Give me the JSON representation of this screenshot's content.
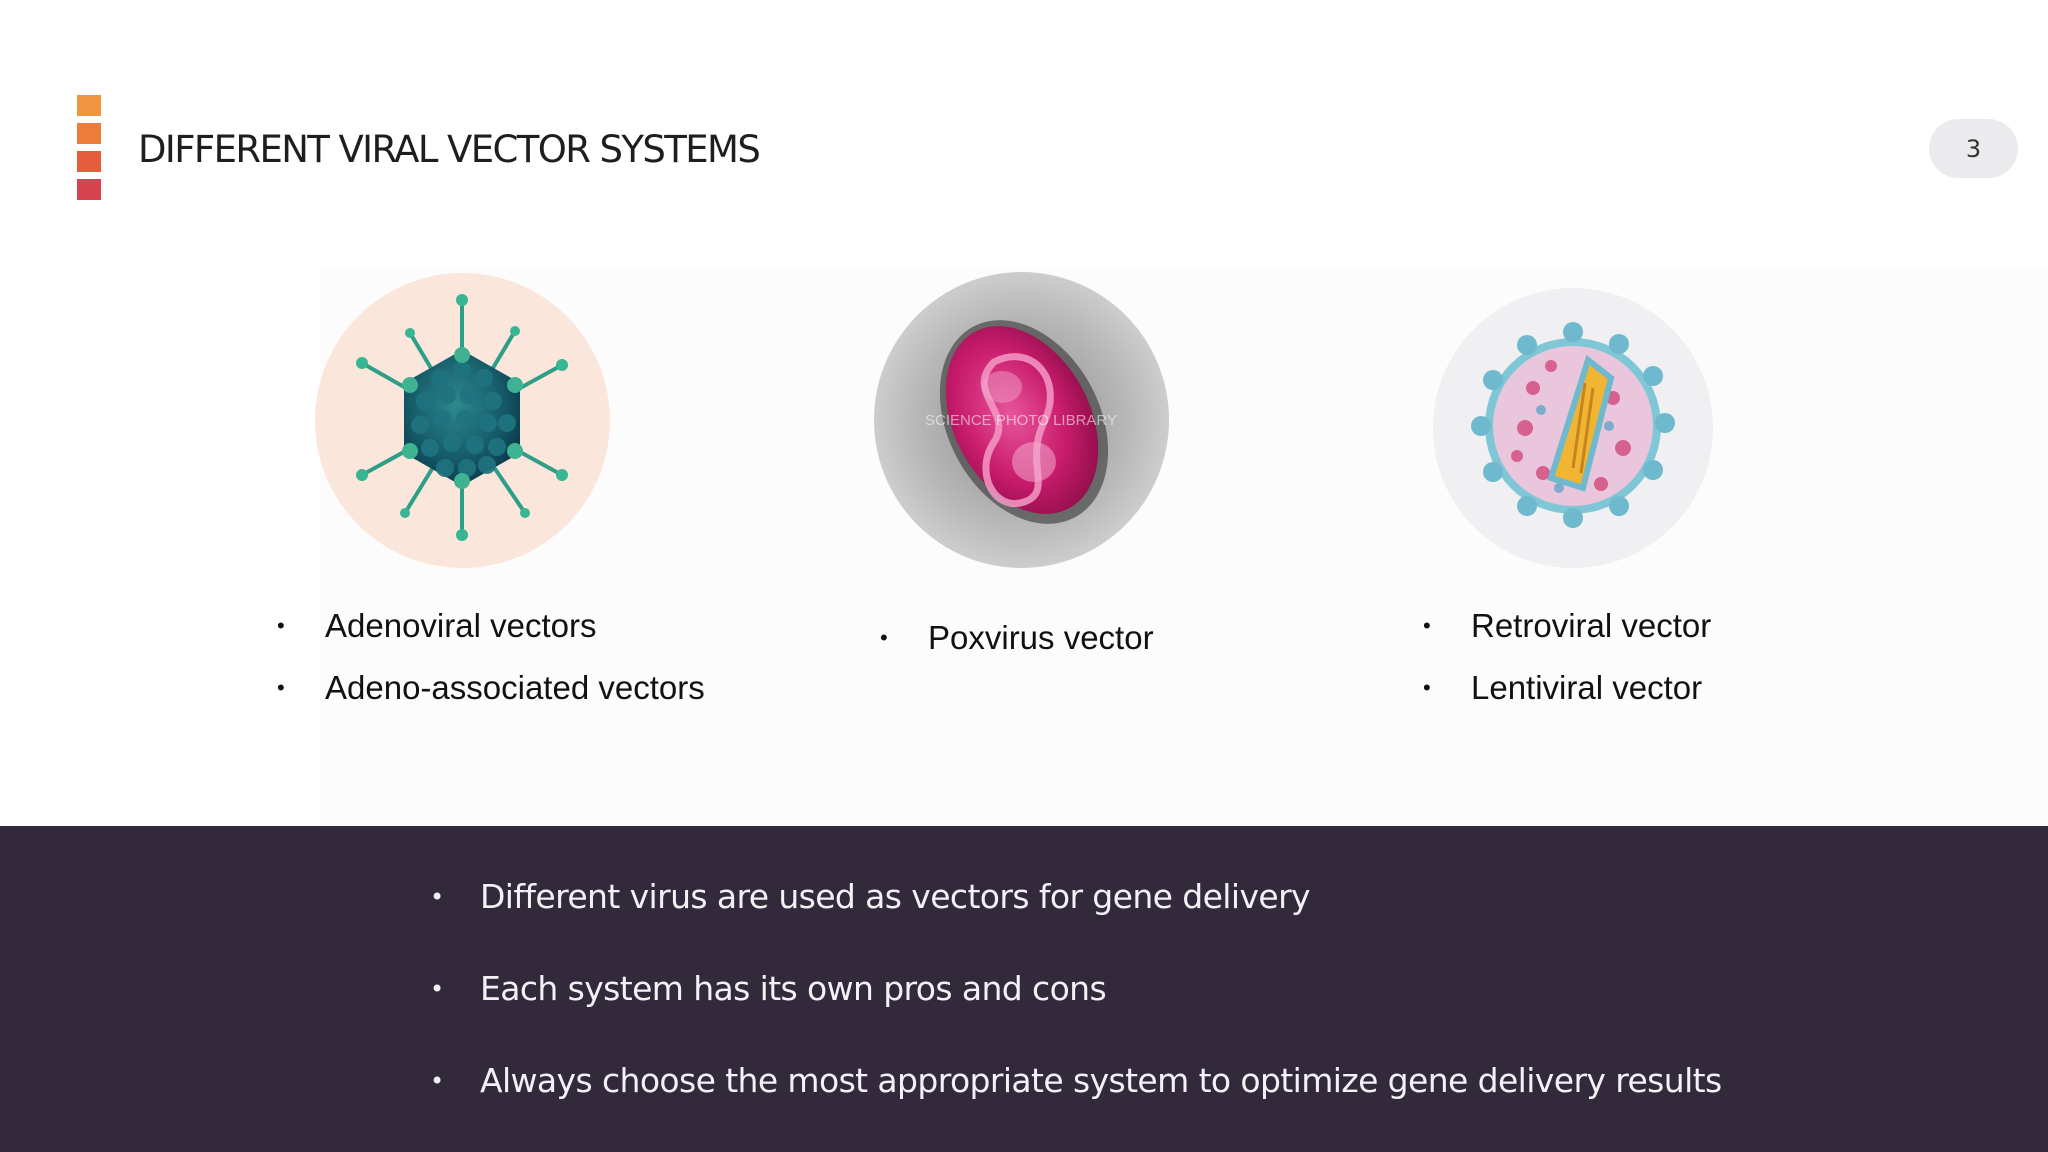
{
  "slide": {
    "title": "DIFFERENT VIRAL VECTOR SYSTEMS",
    "page_number": "3",
    "accent_colors": [
      "#f0963f",
      "#ee7d3c",
      "#e45c3a",
      "#d94350"
    ]
  },
  "viruses": [
    {
      "image_icon": "adenovirus-illustration",
      "bullets": [
        "Adenoviral vectors",
        "Adeno-associated vectors"
      ]
    },
    {
      "image_icon": "poxvirus-micrograph",
      "watermark": "SCIENCE PHOTO LIBRARY",
      "bullets": [
        "Poxvirus vector"
      ]
    },
    {
      "image_icon": "retrovirus-illustration",
      "bullets": [
        "Retroviral vector",
        "Lentiviral vector"
      ]
    }
  ],
  "summary": {
    "bullets": [
      "Different virus are used as vectors for gene delivery",
      "Each system has its own pros and cons",
      "Always choose the most appropriate system to optimize gene delivery results"
    ]
  },
  "colors": {
    "footer_background": "#32293b",
    "footer_text": "#f3f1f5",
    "title_text": "#1e1e1e"
  }
}
